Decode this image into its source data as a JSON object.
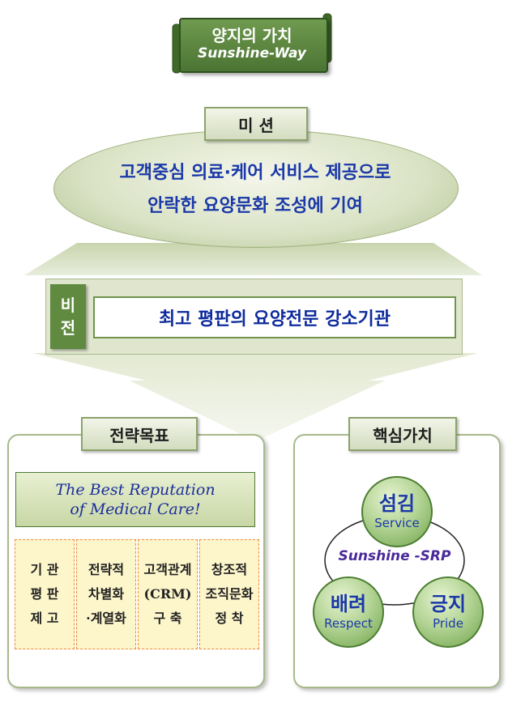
{
  "header": {
    "title": "양지의 가치",
    "subtitle": "Sunshine-Way"
  },
  "mission": {
    "tag": "미 션",
    "lines": [
      "고객중심 의료·케어 서비스 제공으로",
      "안락한 요양문화 조성에 기여"
    ]
  },
  "vision": {
    "tag": "비\n전",
    "tag_chars": [
      "비",
      "전"
    ],
    "text": "최고 평판의 요양전문 강소기관"
  },
  "strategy": {
    "tag": "전략목표",
    "headline": [
      "The Best Reputation",
      "of Medical Care!"
    ],
    "goals": [
      {
        "lines": [
          "기  관",
          "평  판",
          "제  고"
        ]
      },
      {
        "lines": [
          "전략적",
          "차별화",
          "·계열화"
        ]
      },
      {
        "lines": [
          "고객관계",
          "(CRM)",
          "구  축"
        ]
      },
      {
        "lines": [
          "창조적",
          "조직문화",
          "정  착"
        ]
      }
    ]
  },
  "values": {
    "tag": "핵심가치",
    "center": "Sunshine -SRP",
    "items": [
      {
        "ko": "섬김",
        "en": "Service"
      },
      {
        "ko": "배려",
        "en": "Respect"
      },
      {
        "ko": "긍지",
        "en": "Pride"
      }
    ]
  },
  "colors": {
    "green_dark": "#4b7433",
    "text_blue": "#1a38a8",
    "vision_blue": "#0d2b9c",
    "goal_fill": "#fdf6cb"
  }
}
